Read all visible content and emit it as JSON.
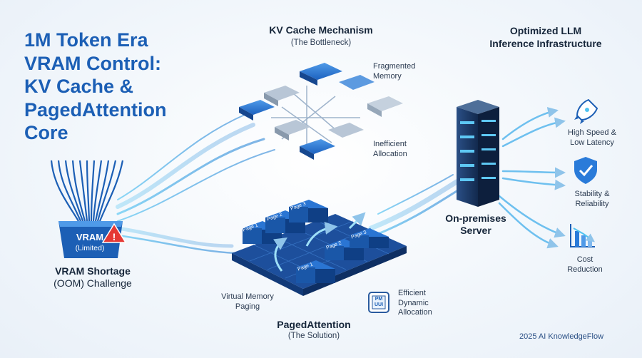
{
  "title_lines": [
    "1M Token Era",
    "VRAM Control:",
    "KV Cache &",
    "PagedAttention",
    "Core"
  ],
  "kv_cache": {
    "title": "KV Cache Mechanism",
    "subtitle": "(The Bottleneck)",
    "fragmented": [
      "Fragmented",
      "Memory"
    ],
    "inefficient": [
      "Inefficient",
      "Allocation"
    ]
  },
  "infra": {
    "title_lines": [
      "Optimized LLM",
      "Inference Infrastructure"
    ],
    "server_label": [
      "On-premises",
      "Server"
    ]
  },
  "vram": {
    "badge_line1": "VRAM",
    "badge_line2": "(Limited)",
    "caption_line1": "VRAM Shortage",
    "caption_line2": "(OOM) Challenge"
  },
  "paged": {
    "title": "PagedAttention",
    "subtitle": "(The Solution)",
    "virtual": [
      "Virtual Memory",
      "Paging"
    ],
    "efficient": [
      "Efficient",
      "Dynamic",
      "Allocation"
    ],
    "chip_text": [
      "PM",
      "UUI"
    ],
    "pages": [
      "Page 1",
      "Page 2",
      "Page 3",
      "Page 2",
      "Page 3",
      "Page 1"
    ]
  },
  "benefits": [
    {
      "icon": "rocket-icon",
      "lines": [
        "High Speed &",
        "Low Latency"
      ]
    },
    {
      "icon": "shield-check-icon",
      "lines": [
        "Stability &",
        "Reliability"
      ]
    },
    {
      "icon": "chart-down-icon",
      "lines": [
        "Cost",
        "Reduction"
      ]
    }
  ],
  "footer": "2025 AI KnowledgeFlow",
  "colors": {
    "primary_blue": "#1c5fb5",
    "accent_cyan": "#4fc3f0",
    "warning_red": "#e53935",
    "dark_text": "#16263a"
  }
}
